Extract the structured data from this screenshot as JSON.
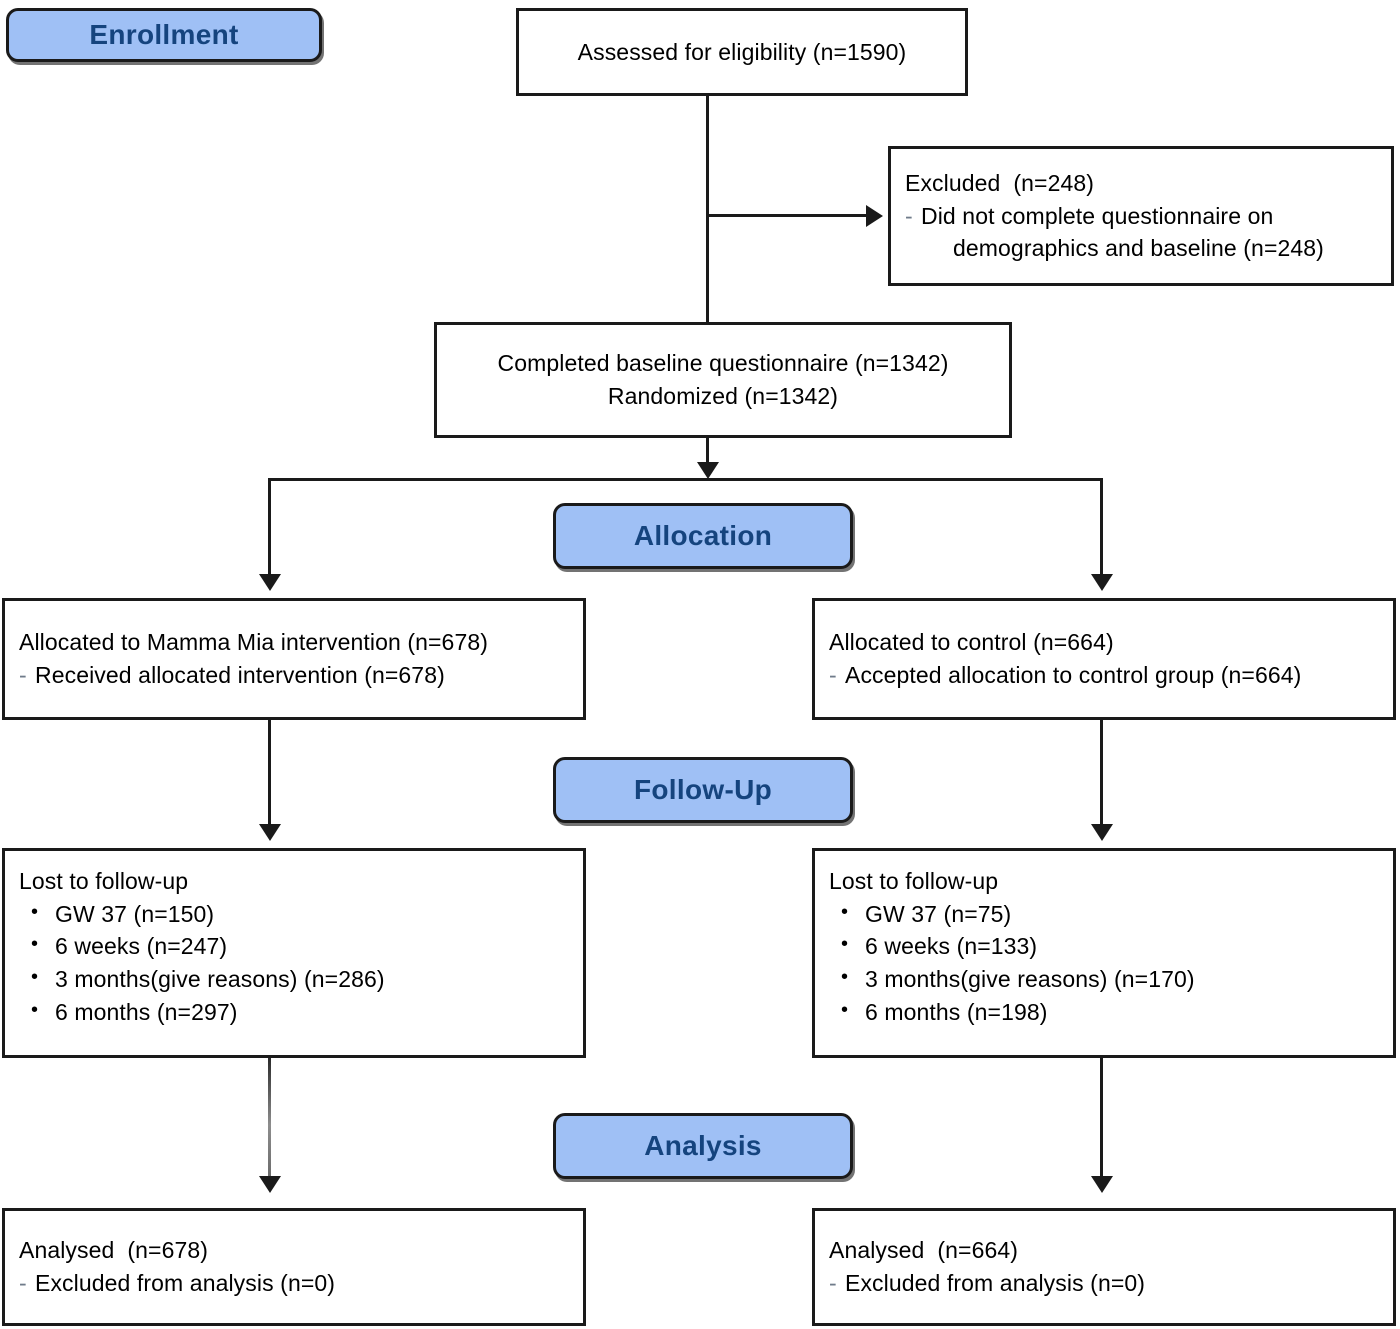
{
  "diagram": {
    "title": "CONSORT participant flow diagram",
    "accent_color": "#9fc0f5",
    "pill_text_color": "#15447e",
    "line_color": "#1a1a1a"
  },
  "stages": {
    "enrollment": "Enrollment",
    "allocation": "Allocation",
    "followup": "Follow-Up",
    "analysis": "Analysis"
  },
  "enrollment": {
    "assessed": "Assessed for eligibility (n=1590)",
    "excluded_title": "Excluded  (n=248)",
    "excluded_reason_line1": "Did not complete questionnaire on",
    "excluded_reason_line2": "demographics and baseline (n=248)",
    "excluded_marker": "-",
    "completed": "Completed baseline questionnaire (n=1342)",
    "randomized": "Randomized (n=1342)"
  },
  "allocation": {
    "left": {
      "title": "Allocated to Mamma Mia intervention (n=678)",
      "detail": "Received allocated intervention (n=678)",
      "marker": "-"
    },
    "right": {
      "title": "Allocated to control (n=664)",
      "detail": "Accepted allocation to control group (n=664)",
      "marker": "-"
    }
  },
  "followup": {
    "left": {
      "title": "Lost to follow-up",
      "bullet": "•",
      "items": [
        "GW 37 (n=150)",
        "6 weeks (n=247)",
        "3 months(give reasons) (n=286)",
        "6 months (n=297)"
      ]
    },
    "right": {
      "title": "Lost to follow-up",
      "bullet": "•",
      "items": [
        "GW 37 (n=75)",
        "6 weeks (n=133)",
        "3 months(give reasons) (n=170)",
        "6 months (n=198)"
      ]
    }
  },
  "analysis": {
    "left": {
      "title": "Analysed  (n=678)",
      "detail": "Excluded from analysis (n=0)",
      "marker": "-"
    },
    "right": {
      "title": "Analysed  (n=664)",
      "detail": "Excluded from analysis (n=0)",
      "marker": "-"
    }
  },
  "chart_data": {
    "type": "diagram",
    "title": "CONSORT flow diagram",
    "nodes": [
      {
        "id": "assessed",
        "stage": "Enrollment",
        "label": "Assessed for eligibility",
        "n": 1590
      },
      {
        "id": "excluded",
        "stage": "Enrollment",
        "label": "Excluded",
        "n": 248,
        "reasons": [
          {
            "label": "Did not complete questionnaire on demographics and baseline",
            "n": 248
          }
        ]
      },
      {
        "id": "randomized",
        "stage": "Enrollment",
        "label": "Completed baseline questionnaire / Randomized",
        "n": 1342
      },
      {
        "id": "alloc_intervention",
        "stage": "Allocation",
        "label": "Allocated to Mamma Mia intervention",
        "n": 678,
        "received": 678
      },
      {
        "id": "alloc_control",
        "stage": "Allocation",
        "label": "Allocated to control",
        "n": 664,
        "accepted": 664
      },
      {
        "id": "lost_intervention",
        "stage": "Follow-Up",
        "label": "Lost to follow-up",
        "timepoints": [
          {
            "label": "GW 37",
            "n": 150
          },
          {
            "label": "6 weeks",
            "n": 247
          },
          {
            "label": "3 months(give reasons)",
            "n": 286
          },
          {
            "label": "6 months",
            "n": 297
          }
        ]
      },
      {
        "id": "lost_control",
        "stage": "Follow-Up",
        "label": "Lost to follow-up",
        "timepoints": [
          {
            "label": "GW 37",
            "n": 75
          },
          {
            "label": "6 weeks",
            "n": 133
          },
          {
            "label": "3 months(give reasons)",
            "n": 170
          },
          {
            "label": "6 months",
            "n": 198
          }
        ]
      },
      {
        "id": "analysed_intervention",
        "stage": "Analysis",
        "label": "Analysed",
        "n": 678,
        "excluded_from_analysis": 0
      },
      {
        "id": "analysed_control",
        "stage": "Analysis",
        "label": "Analysed",
        "n": 664,
        "excluded_from_analysis": 0
      }
    ],
    "edges": [
      {
        "from": "assessed",
        "to": "excluded"
      },
      {
        "from": "assessed",
        "to": "randomized"
      },
      {
        "from": "randomized",
        "to": "alloc_intervention"
      },
      {
        "from": "randomized",
        "to": "alloc_control"
      },
      {
        "from": "alloc_intervention",
        "to": "lost_intervention"
      },
      {
        "from": "alloc_control",
        "to": "lost_control"
      },
      {
        "from": "lost_intervention",
        "to": "analysed_intervention"
      },
      {
        "from": "lost_control",
        "to": "analysed_control"
      }
    ]
  }
}
